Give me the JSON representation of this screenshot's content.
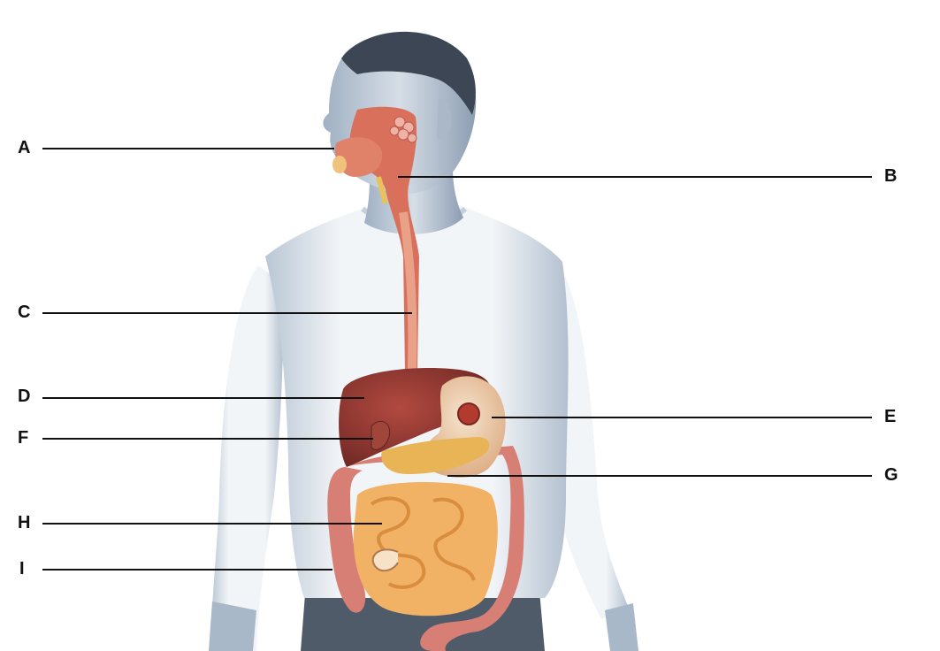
{
  "labels": [
    {
      "id": "A",
      "text": "A"
    },
    {
      "id": "B",
      "text": "B"
    },
    {
      "id": "C",
      "text": "C"
    },
    {
      "id": "D",
      "text": "D"
    },
    {
      "id": "E",
      "text": "E"
    },
    {
      "id": "F",
      "text": "F"
    },
    {
      "id": "G",
      "text": "G"
    },
    {
      "id": "H",
      "text": "H"
    },
    {
      "id": "I",
      "text": "I"
    }
  ],
  "colors": {
    "leader_line": "#111111",
    "shirt": "#e9eef4",
    "skin": "#c9d3df",
    "hair": "#3c4654",
    "pants": "#4f5b68",
    "esophagus": "#e28e6c",
    "liver": "#8e3a33",
    "stomach": "#e8c9a6",
    "pancreas": "#e8b455",
    "gallbladder": "#3f8a4f",
    "small_intestine": "#f2b266",
    "large_intestine": "#d77f74"
  }
}
